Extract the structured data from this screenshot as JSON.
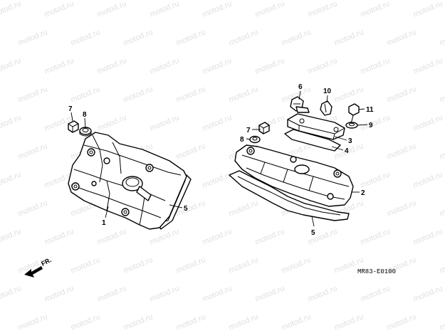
{
  "watermark": "motod.ru",
  "diagram_code": "MR83-E0100",
  "direction_label": "FR.",
  "callouts": {
    "p1": "1",
    "p2": "2",
    "p3": "3",
    "p4": "4",
    "p5_left": "5",
    "p5_right": "5",
    "p6": "6",
    "p7_left": "7",
    "p7_right": "7",
    "p8_left": "8",
    "p8_right": "8",
    "p9": "9",
    "p10": "10",
    "p11": "11"
  }
}
